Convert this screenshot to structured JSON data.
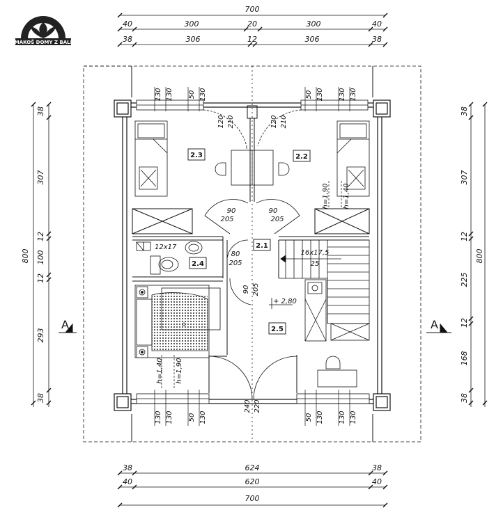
{
  "logo": {
    "text": "MAKOŠ DOMY Z BALÍ"
  },
  "top_dims": {
    "total": "700",
    "row2": [
      "40",
      "300",
      "20",
      "300",
      "40"
    ],
    "row3": [
      "38",
      "306",
      "12",
      "306",
      "38"
    ]
  },
  "bottom_dims": {
    "row1": [
      "38",
      "624",
      "38"
    ],
    "row2": [
      "40",
      "620",
      "40"
    ],
    "total": "700"
  },
  "left_dims": {
    "total": "800",
    "parts": [
      "38",
      "307",
      "12",
      "100",
      "12",
      "293",
      "38"
    ]
  },
  "right_dims": {
    "total": "800",
    "parts": [
      "38",
      "307",
      "12",
      "225",
      "12",
      "168",
      "38"
    ]
  },
  "section_marker": "A",
  "rooms": [
    "2.3",
    "2.2",
    "2.1",
    "2.4",
    "2.5"
  ],
  "windows_top_left": [
    "130",
    "130",
    "50",
    "130"
  ],
  "windows_top_right": [
    "50",
    "130",
    "130",
    "130"
  ],
  "windows_bottom_left": [
    "130",
    "130",
    "50",
    "130"
  ],
  "windows_bottom_right": [
    "50",
    "130",
    "130",
    "130"
  ],
  "doors": {
    "top_left": {
      "w": "120",
      "h": "210"
    },
    "top_right": {
      "w": "120",
      "h": "210"
    },
    "mid_left": {
      "w": "90",
      "h": "205"
    },
    "mid_right": {
      "w": "90",
      "h": "205"
    },
    "bath": {
      "w": "80",
      "h": "205"
    },
    "hall": {
      "w": "90",
      "h": "205"
    },
    "bottom": {
      "w": "240",
      "h": "220"
    }
  },
  "heights": {
    "right_a": "h=1,90",
    "right_b": "h=1,40",
    "left_a": "h=1,40",
    "left_b": "h=1,90"
  },
  "stairs": {
    "size": "16x17,5",
    "count": "25"
  },
  "level": "+ 2,80",
  "vent": "12x17"
}
